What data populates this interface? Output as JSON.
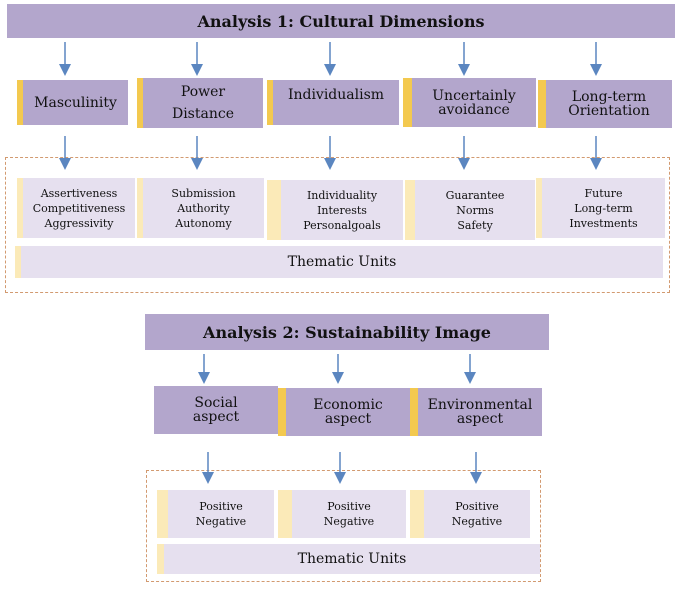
{
  "analysis1": {
    "title": "Analysis 1: Cultural Dimensions",
    "dimensions": [
      {
        "label": "Masculinity",
        "items": [
          "Assertiveness",
          "Competitiveness",
          "Aggressivity"
        ]
      },
      {
        "label": "Power Distance",
        "items": [
          "Submission",
          "Authority",
          "Autonomy"
        ]
      },
      {
        "label": "Individualism",
        "items": [
          "Individuality",
          "Interests",
          "Personalgoals"
        ]
      },
      {
        "label": "Uncertainly avoidance",
        "items": [
          "Guarantee",
          "Norms",
          "Safety"
        ]
      },
      {
        "label": "Long-term Orientation",
        "items": [
          "Future",
          "Long-term",
          "Investments"
        ]
      }
    ],
    "units_label": "Thematic Units"
  },
  "analysis2": {
    "title": "Analysis 2: Sustainability Image",
    "aspects": [
      {
        "label": "Social aspect",
        "items": [
          "Positive",
          "Negative"
        ]
      },
      {
        "label": "Economic aspect",
        "items": [
          "Positive",
          "Negative"
        ]
      },
      {
        "label": "Environmental aspect",
        "items": [
          "Positive",
          "Negative"
        ]
      }
    ],
    "units_label": "Thematic Units"
  },
  "colors": {
    "box_fill": "#b3a6cc",
    "cell_fill": "#e6e0ef",
    "accent_stripe": "#f3c94f",
    "arrow": "#5b86c0",
    "dashed_border": "#d29a70"
  }
}
